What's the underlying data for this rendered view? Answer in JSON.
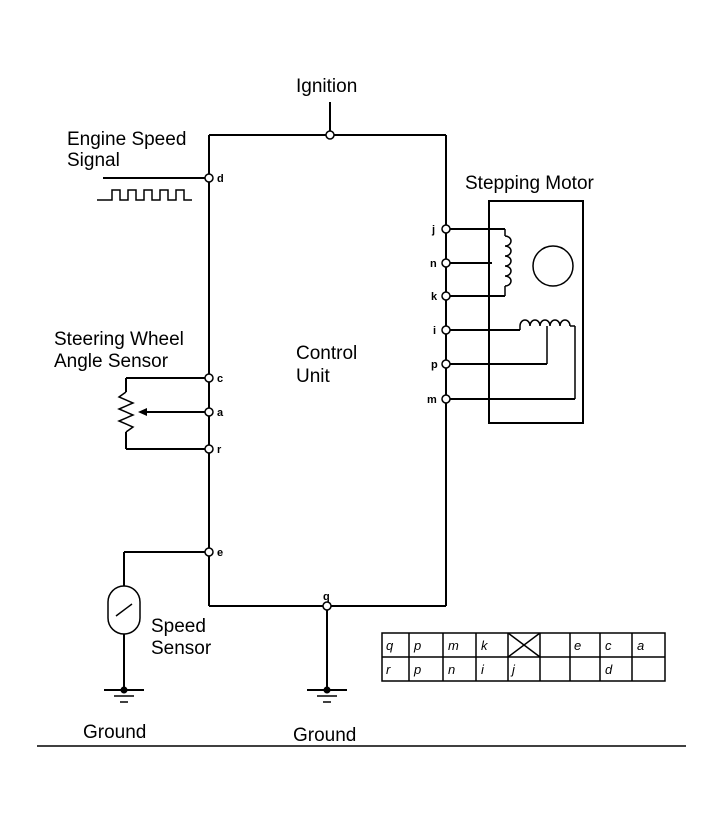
{
  "labels": {
    "ignition": "Ignition",
    "engine_speed_line1": "Engine Speed",
    "engine_speed_line2": "Signal",
    "stepping_motor": "Stepping Motor",
    "steering_line1": "Steering Wheel",
    "steering_line2": "Angle Sensor",
    "control_line1": "Control",
    "control_line2": "Unit",
    "speed_sensor_line1": "Speed",
    "speed_sensor_line2": "Sensor",
    "ground_left": "Ground",
    "ground_center": "Ground"
  },
  "pins": {
    "d": "d",
    "c": "c",
    "a": "a",
    "r": "r",
    "e": "e",
    "q": "q",
    "j": "j",
    "n": "n",
    "k": "k",
    "i": "i",
    "p": "p",
    "m": "m"
  },
  "connector_table": {
    "row1": [
      "q",
      "p",
      "m",
      "k",
      "",
      "e",
      "c",
      "a"
    ],
    "row2": [
      "r",
      "p",
      "n",
      "i",
      "j",
      "",
      "d",
      ""
    ]
  }
}
